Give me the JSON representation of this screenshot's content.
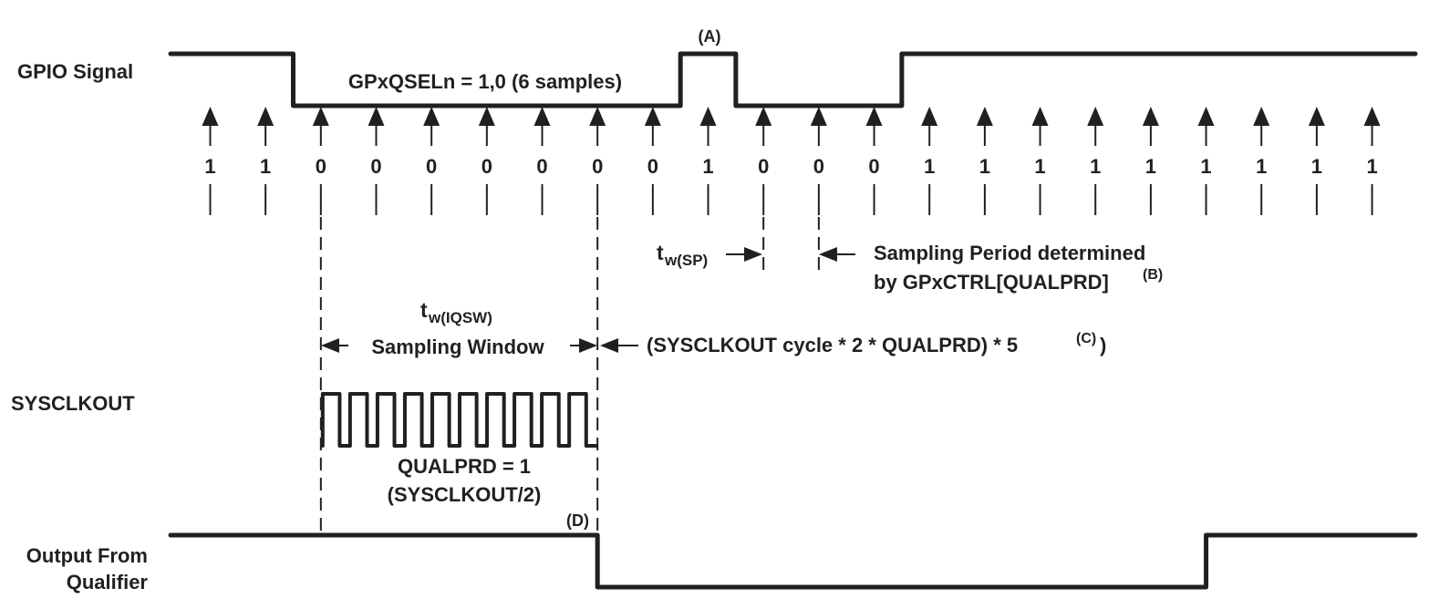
{
  "title": "GPIO input qualification timing (6 samples)",
  "signals": {
    "gpio_label": "GPIO Signal",
    "sysclk_label": "SYSCLKOUT",
    "output_label_line1": "Output From",
    "output_label_line2": "Qualifier"
  },
  "annotations": {
    "qsel": "GPxQSELn = 1,0 (6 samples)",
    "note_a": "(A)",
    "tw_sp_main": "t",
    "tw_sp_sub": "w(SP)",
    "sampling_period_line1": "Sampling Period determined",
    "sampling_period_line2": "by GPxCTRL[QUALPRD]",
    "note_b": "(B)",
    "tw_iqsw_main": "t",
    "tw_iqsw_sub": "w(IQSW)",
    "sampling_window": "Sampling Window",
    "window_formula": "(SYSCLKOUT cycle  * 2 * QUALPRD) * 5",
    "note_c": "(C)",
    "formula_close": ")",
    "qualprd": "QUALPRD = 1",
    "qualprd_div": "(SYSCLKOUT/2)",
    "note_d": "(D)"
  },
  "samples": [
    "1",
    "1",
    "0",
    "0",
    "0",
    "0",
    "0",
    "0",
    "0",
    "1",
    "0",
    "0",
    "0",
    "1",
    "1",
    "1",
    "1",
    "1",
    "1",
    "1",
    "1",
    "1"
  ],
  "waveforms": {
    "gpio_levels": [
      {
        "from_sample": -99,
        "level": 1
      },
      {
        "from_sample": 1.5,
        "level": 0
      },
      {
        "from_sample": 8.5,
        "level": 1
      },
      {
        "from_sample": 9.5,
        "level": 0
      },
      {
        "from_sample": 12.5,
        "level": 1
      }
    ],
    "sysclk_pulses": 10,
    "output_levels": [
      {
        "from_sample": -99,
        "level": 1
      },
      {
        "from_sample": 7,
        "level": 0
      },
      {
        "from_sample": 18,
        "level": 1
      }
    ]
  },
  "markers": {
    "window_start_sample": 2,
    "window_end_sample": 7,
    "sp_start_sample": 10,
    "sp_end_sample": 11
  }
}
